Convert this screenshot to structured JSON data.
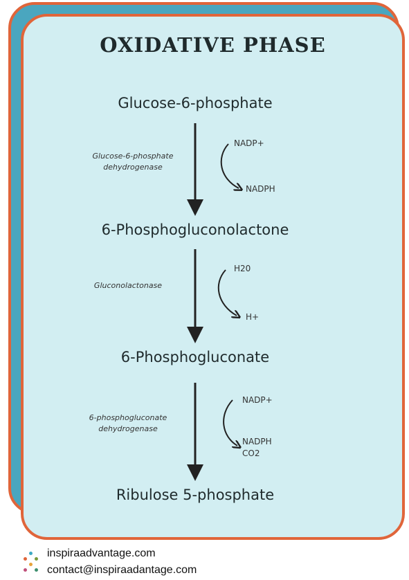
{
  "title": "OXIDATIVE PHASE",
  "compounds": [
    "Glucose-6-phosphate",
    "6-Phosphogluconolactone",
    "6-Phosphogluconate",
    "Ribulose 5-phosphate"
  ],
  "steps": [
    {
      "enzyme_line1": "Glucose-6-phosphate",
      "enzyme_line2": "dehydrogenase",
      "cofactor_in": "NADP+",
      "cofactor_out_1": "NADPH",
      "cofactor_out_2": ""
    },
    {
      "enzyme_line1": "Gluconolactonase",
      "enzyme_line2": "",
      "cofactor_in": "H20",
      "cofactor_out_1": "H+",
      "cofactor_out_2": ""
    },
    {
      "enzyme_line1": "6-phosphogluconate",
      "enzyme_line2": "dehydrogenase",
      "cofactor_in": "NADP+",
      "cofactor_out_1": "NADPH",
      "cofactor_out_2": "CO2"
    }
  ],
  "footer": {
    "website": "inspiraadvantage.com",
    "email": "contact@inspiraadantage.com"
  },
  "colors": {
    "card_fill": "#d2eef2",
    "card_back_fill": "#4aa6bf",
    "card_border": "#e0653a",
    "logo_dots": [
      "#3da9c4",
      "#e0653a",
      "#7a9a3a",
      "#e8a23a",
      "#c0507a",
      "#3d8f6e"
    ]
  }
}
